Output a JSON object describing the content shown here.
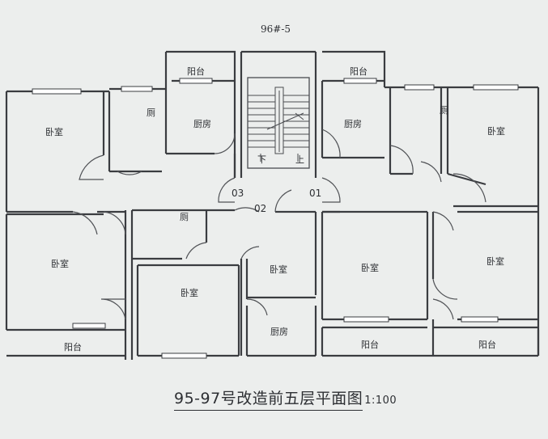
{
  "drawing": {
    "building_no": "96#-5",
    "caption": "95-97号改造前五层平面图",
    "scale": "1:100"
  },
  "rooms": {
    "bedroom": "卧室",
    "toilet": "厕",
    "kitchen": "厨房",
    "balcony": "阳台"
  },
  "units": {
    "u01": "01",
    "u02": "02",
    "u03": "03"
  },
  "stairs": {
    "down": "下",
    "up": "上"
  }
}
